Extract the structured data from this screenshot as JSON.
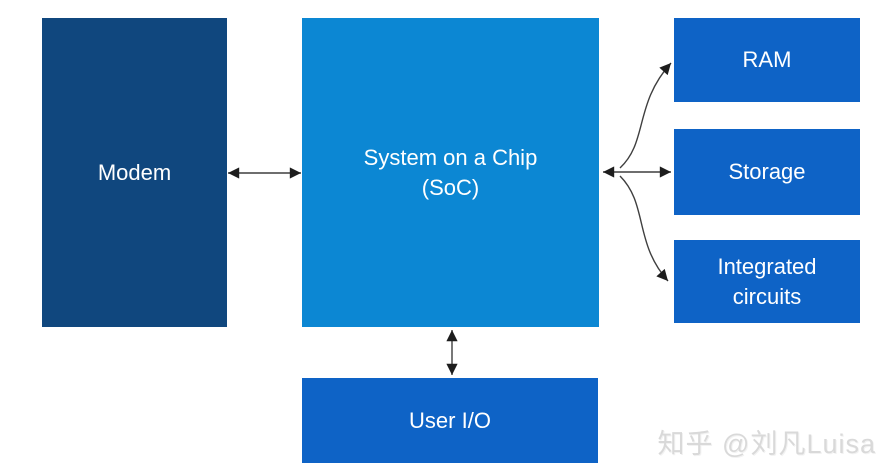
{
  "diagram": {
    "type": "block-diagram",
    "topic": "System on a Chip architecture",
    "nodes": {
      "modem": {
        "label": "Modem"
      },
      "soc": {
        "label": "System on a Chip (SoC)"
      },
      "ram": {
        "label": "RAM"
      },
      "storage": {
        "label": "Storage"
      },
      "ic": {
        "label": "Integrated circuits"
      },
      "userio": {
        "label": "User I/O"
      }
    },
    "edges": [
      {
        "from": "Modem",
        "to": "System on a Chip (SoC)",
        "direction": "bidirectional"
      },
      {
        "from": "System on a Chip (SoC)",
        "to": "RAM",
        "direction": "bidirectional"
      },
      {
        "from": "System on a Chip (SoC)",
        "to": "Storage",
        "direction": "bidirectional"
      },
      {
        "from": "System on a Chip (SoC)",
        "to": "Integrated circuits",
        "direction": "bidirectional"
      },
      {
        "from": "System on a Chip (SoC)",
        "to": "User I/O",
        "direction": "bidirectional"
      }
    ],
    "colors": {
      "modem_bg": "#10477E",
      "soc_bg": "#0C87D3",
      "peripheral_bg": "#0E63C6",
      "node_text": "#FFFFFF",
      "arrow_line": "#3F3F3F",
      "arrowhead": "#1D1D1D",
      "background": "#FFFFFF",
      "watermark_text_color": "#D9D9D9"
    }
  },
  "watermark": {
    "text": "知乎 @刘凡Luisa"
  }
}
